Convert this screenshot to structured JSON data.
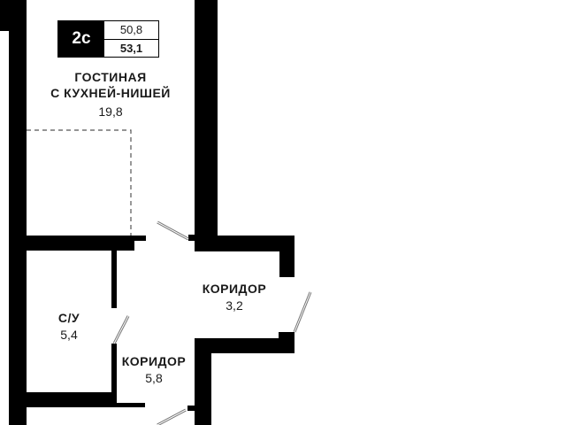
{
  "apartment": {
    "type": "2с",
    "living_area": "50,8",
    "total_area": "53,1"
  },
  "rooms": [
    {
      "name": "ГОСТИНАЯ",
      "name2": "С КУХНЕЙ-НИШЕЙ",
      "area": "19,8"
    },
    {
      "name": "КОРИДОР",
      "area": "3,2"
    },
    {
      "name": "С/У",
      "area": "5,4"
    },
    {
      "name": "КОРИДОР",
      "area": "5,8"
    }
  ],
  "colors": {
    "wall": "#000000",
    "background": "#ffffff",
    "dashed": "#555555"
  }
}
